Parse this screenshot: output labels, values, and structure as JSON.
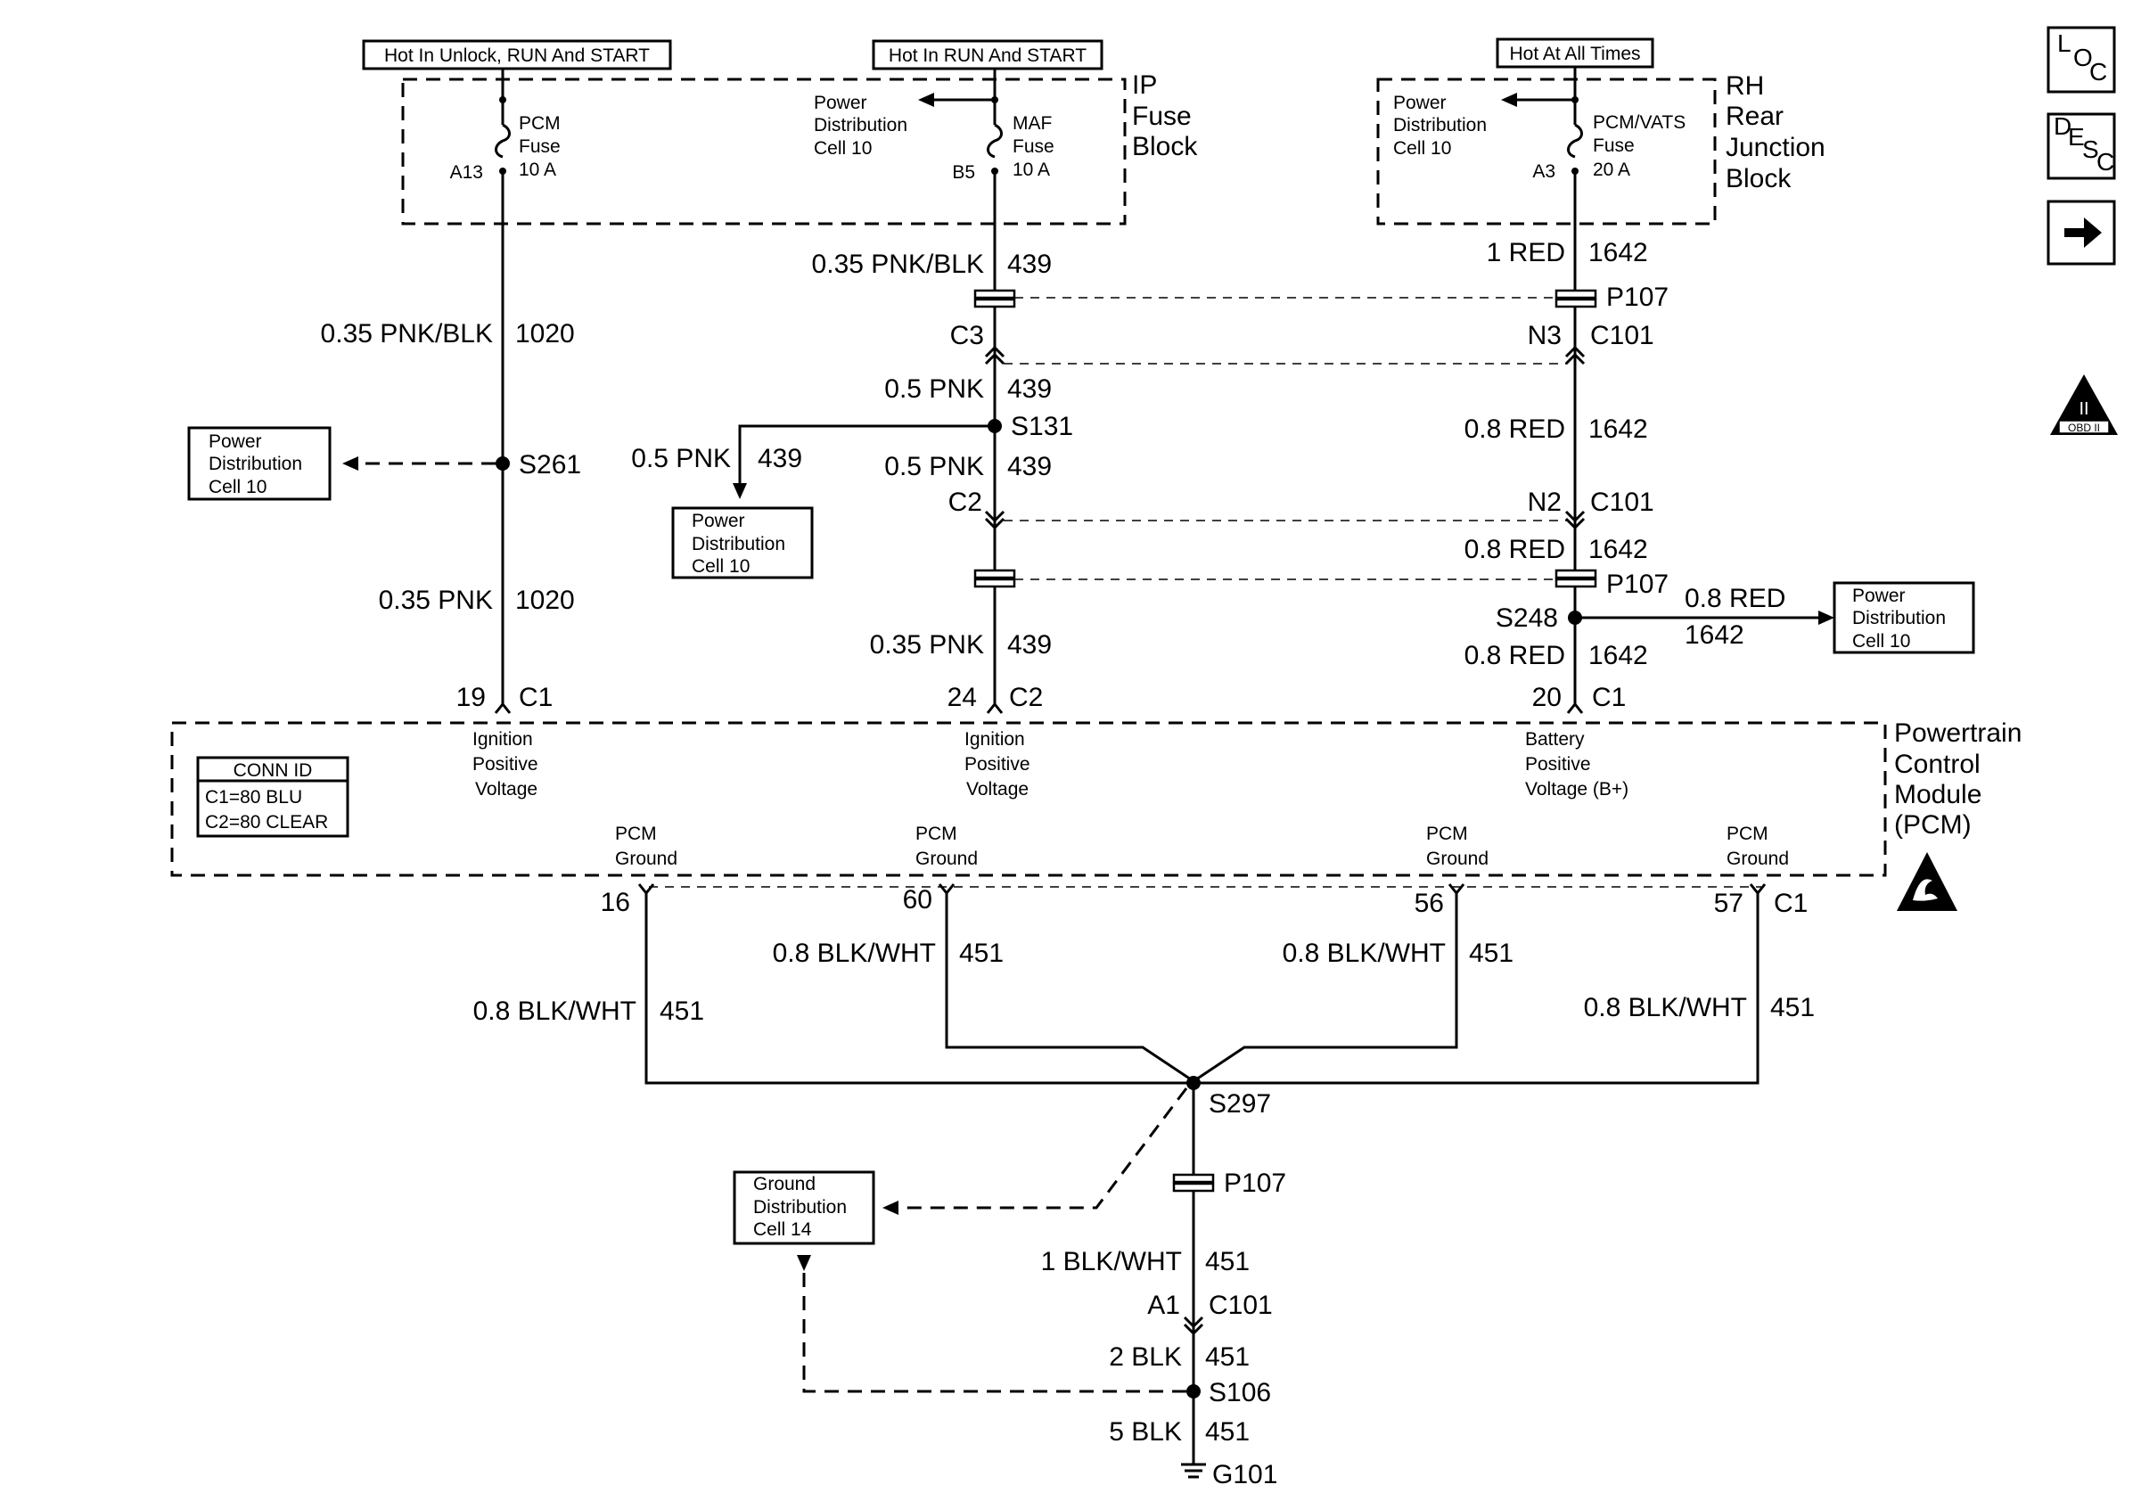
{
  "sources": {
    "unlock_run_start": "Hot In Unlock, RUN And START",
    "run_start": "Hot In RUN And START",
    "all_times": "Hot At All Times"
  },
  "ip_fuse_block": {
    "title_line1": "IP",
    "title_line2": "Fuse",
    "title_line3": "Block",
    "pcm_fuse": {
      "name1": "PCM",
      "name2": "Fuse",
      "rating": "10 A",
      "pin": "A13"
    },
    "maf_fuse": {
      "name1": "MAF",
      "name2": "Fuse",
      "rating": "10 A",
      "pin": "B5"
    },
    "power_dist": {
      "line1": "Power",
      "line2": "Distribution",
      "line3": "Cell 10"
    }
  },
  "rh_junction_block": {
    "title_line1": "RH",
    "title_line2": "Rear",
    "title_line3": "Junction",
    "title_line4": "Block",
    "fuse": {
      "name1": "PCM/VATS",
      "name2": "Fuse",
      "rating": "20 A",
      "pin": "A3"
    },
    "power_dist": {
      "line1": "Power",
      "line2": "Distribution",
      "line3": "Cell 10"
    }
  },
  "circuit_1020": {
    "wire_upper": {
      "size": "0.35 PNK/BLK",
      "circuit": "1020"
    },
    "splice": "S261",
    "wire_lower": {
      "size": "0.35 PNK",
      "circuit": "1020"
    },
    "pin": "19",
    "conn": "C1",
    "ref": {
      "line1": "Power",
      "line2": "Distribution",
      "line3": "Cell 10"
    }
  },
  "circuit_439": {
    "wire1": {
      "size": "0.35 PNK/BLK",
      "circuit": "439"
    },
    "conn_c3": "C3",
    "wire2": {
      "size": "0.5 PNK",
      "circuit": "439"
    },
    "splice": "S131",
    "branch": {
      "size": "0.5 PNK",
      "circuit": "439"
    },
    "branch_ref": {
      "line1": "Power",
      "line2": "Distribution",
      "line3": "Cell 10"
    },
    "wire3": {
      "size": "0.5 PNK",
      "circuit": "439"
    },
    "conn_c2": "C2",
    "wire4": {
      "size": "0.35 PNK",
      "circuit": "439"
    },
    "pin": "24",
    "conn": "C2"
  },
  "circuit_1642": {
    "wire1": {
      "size": "1 RED",
      "circuit": "1642"
    },
    "p107": "P107",
    "n3": "N3",
    "c101a": "C101",
    "wire2": {
      "size": "0.8 RED",
      "circuit": "1642"
    },
    "n2": "N2",
    "c101b": "C101",
    "wire3": {
      "size": "0.8 RED",
      "circuit": "1642"
    },
    "p107b": "P107",
    "splice": "S248",
    "branch": {
      "size": "0.8 RED",
      "circuit": "1642"
    },
    "branch_ref": {
      "line1": "Power",
      "line2": "Distribution",
      "line3": "Cell 10"
    },
    "wire4": {
      "size": "0.8 RED",
      "circuit": "1642"
    },
    "pin": "20",
    "conn": "C1"
  },
  "pcm": {
    "title_line1": "Powertrain",
    "title_line2": "Control",
    "title_line3": "Module",
    "title_line4": "(PCM)",
    "conn_id": {
      "title": "CONN ID",
      "c1": "C1=80 BLU",
      "c2": "C2=80 CLEAR"
    },
    "inputs": [
      {
        "line1": "Ignition",
        "line2": "Positive",
        "line3": "Voltage"
      },
      {
        "line1": "Ignition",
        "line2": "Positive",
        "line3": "Voltage"
      },
      {
        "line1": "Battery",
        "line2": "Positive",
        "line3": "Voltage (B+)"
      }
    ],
    "grounds": [
      {
        "line1": "PCM",
        "line2": "Ground",
        "pin": "16"
      },
      {
        "line1": "PCM",
        "line2": "Ground",
        "pin": "60"
      },
      {
        "line1": "PCM",
        "line2": "Ground",
        "pin": "56"
      },
      {
        "line1": "PCM",
        "line2": "Ground",
        "pin": "57"
      }
    ],
    "ground_conn": "C1"
  },
  "ground_wires": [
    {
      "size": "0.8 BLK/WHT",
      "circuit": "451"
    },
    {
      "size": "0.8 BLK/WHT",
      "circuit": "451"
    },
    {
      "size": "0.8 BLK/WHT",
      "circuit": "451"
    },
    {
      "size": "0.8 BLK/WHT",
      "circuit": "451"
    }
  ],
  "ground_path": {
    "s297": "S297",
    "p107": "P107",
    "wire1": {
      "size": "1 BLK/WHT",
      "circuit": "451"
    },
    "a1": "A1",
    "c101": "C101",
    "wire2": {
      "size": "2 BLK",
      "circuit": "451"
    },
    "s106": "S106",
    "wire3": {
      "size": "5 BLK",
      "circuit": "451"
    },
    "g101": "G101",
    "ref": {
      "line1": "Ground",
      "line2": "Distribution",
      "line3": "Cell 14"
    }
  },
  "side_icons": {
    "loc": {
      "a": "L",
      "b": "O",
      "c": "C"
    },
    "desc": {
      "a": "D",
      "b": "E",
      "c": "S",
      "d": "C"
    },
    "obd": {
      "roman": "II",
      "label": "OBD II"
    }
  }
}
